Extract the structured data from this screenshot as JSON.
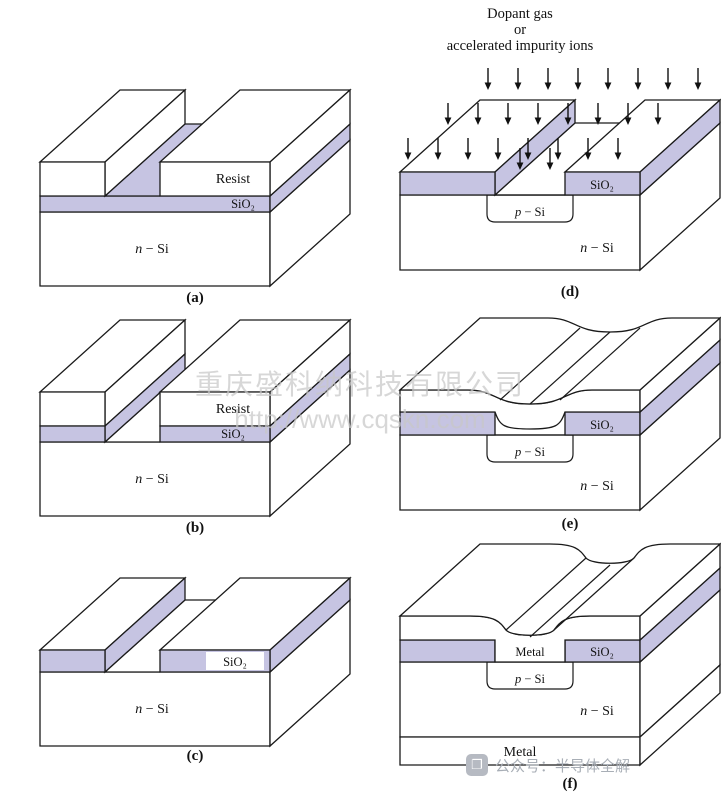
{
  "colors": {
    "oxide": "#c6c4e2",
    "line": "#1a1a1a",
    "watermark": "#c8c8c8",
    "badge_text": "#a8aeb6"
  },
  "watermark": {
    "line1": "重庆盛科纳科技有限公司",
    "line2": "http://www.cqskn.com"
  },
  "badge": {
    "label": "公众号：半导体全解"
  },
  "panels": {
    "a": {
      "caption": "(a)",
      "resist": "Resist",
      "sio2": "SiO₂",
      "si_type": "n",
      "si_rest": " − Si"
    },
    "b": {
      "caption": "(b)",
      "resist": "Resist",
      "sio2": "SiO₂",
      "si_type": "n",
      "si_rest": " − Si"
    },
    "c": {
      "caption": "(c)",
      "sio2": "SiO₂",
      "si_type": "n",
      "si_rest": " − Si"
    },
    "d": {
      "caption": "(d)",
      "header_line1": "Dopant gas",
      "header_line2": "or",
      "header_line3": "accelerated impurity ions",
      "sio2": "SiO₂",
      "si_type": "n",
      "si_rest": " − Si",
      "well_type": "p",
      "well_rest": " − Si"
    },
    "e": {
      "caption": "(e)",
      "sio2": "SiO₂",
      "si_type": "n",
      "si_rest": " − Si",
      "well_type": "p",
      "well_rest": " − Si"
    },
    "f": {
      "caption": "(f)",
      "sio2": "SiO₂",
      "metal_top": "Metal",
      "metal_bottom": "Metal",
      "si_type": "n",
      "si_rest": " − Si",
      "well_type": "p",
      "well_rest": " − Si"
    }
  }
}
